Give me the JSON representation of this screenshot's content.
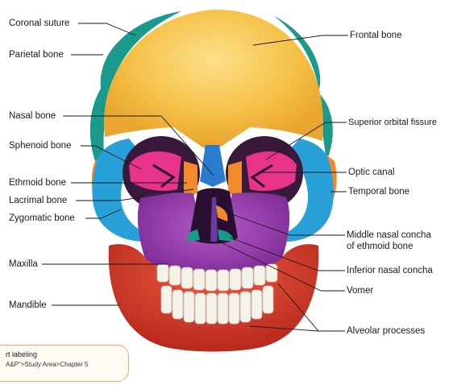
{
  "labels": {
    "coronal_suture": "Coronal suture",
    "parietal_bone": "Parietal bone",
    "frontal_bone": "Frontal bone",
    "nasal_bone": "Nasal bone",
    "sphenoid_bone": "Sphenoid bone",
    "ethmoid_bone": "Ethmoid bone",
    "lacrimal_bone": "Lacrimal bone",
    "zygomatic_bone": "Zygomatic bone",
    "maxilla": "Maxilla",
    "mandible": "Mandible",
    "superior_orbital_fissure": "Superior orbital fissure",
    "optic_canal": "Optic canal",
    "temporal_bone": "Temporal bone",
    "middle_nasal_concha_1": "Middle nasal concha",
    "middle_nasal_concha_2": "of ethmoid bone",
    "inferior_nasal_concha": "Inferior nasal concha",
    "vomer": "Vomer",
    "alveolar_processes": "Alveolar processes"
  },
  "study_tag": {
    "title": "rt labeling",
    "path": "A&P\">Study Area>Chapter 5"
  },
  "colors": {
    "frontal": "#f6c24a",
    "parietal": "#1a9a8a",
    "sphenoid": "#e8338c",
    "maxilla": "#9a3fb0",
    "zygomatic": "#2aa0d8",
    "mandible": "#d8402e",
    "temporal": "#f08a2a",
    "tag_border": "#f0a868"
  }
}
